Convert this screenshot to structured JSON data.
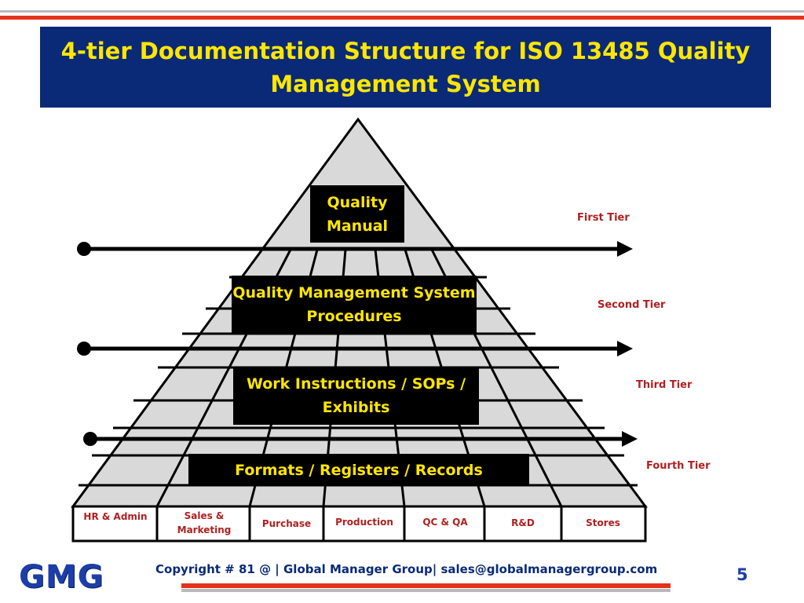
{
  "title": "4-tier Documentation Structure for ISO 13485 Quality Management System",
  "tiers": [
    {
      "box": "Quality Manual",
      "label": "First  Tier"
    },
    {
      "box": "Quality Management System Procedures",
      "label": "Second Tier"
    },
    {
      "box": "Work Instructions / SOPs / Exhibits",
      "label": "Third Tier"
    },
    {
      "box": "Formats / Registers / Records",
      "label": "Fourth Tier"
    }
  ],
  "departments": [
    "HR & Admin",
    "Sales & Marketing",
    "Purchase",
    "Production",
    "QC & QA",
    "R&D",
    "Stores"
  ],
  "footer": {
    "logo": "GMG",
    "copyright": "Copyright # 81 @ | Global Manager Group| sales@globalmanagergroup.com",
    "page": "5"
  },
  "colors": {
    "title_bg": "#0a2a78",
    "title_text": "#ffe600",
    "pyramid_fill": "#d9d9d9",
    "label_text": "#b02020",
    "accent_red": "#e4321a"
  }
}
